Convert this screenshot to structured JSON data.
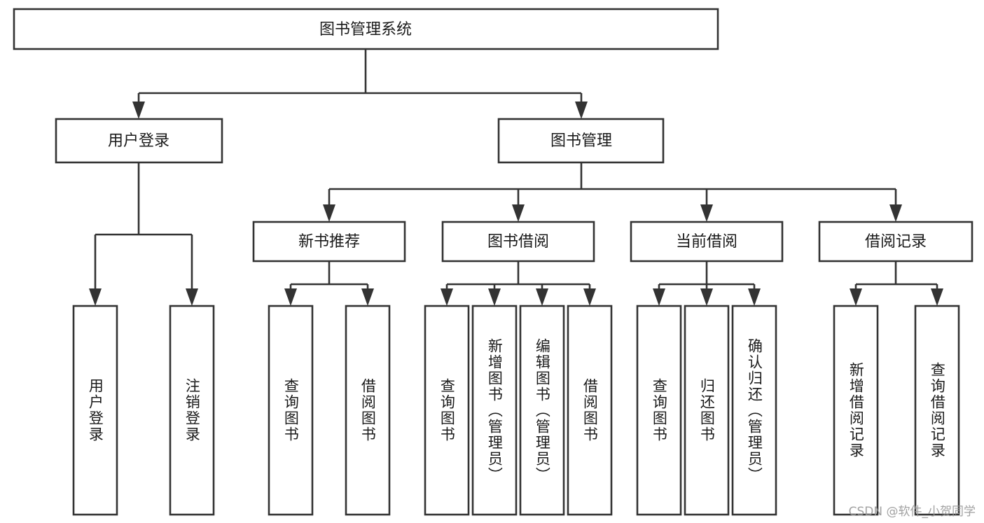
{
  "diagram": {
    "type": "tree",
    "title": "图书管理系统",
    "orientation": "top-down",
    "colors": {
      "box_stroke": "#333333",
      "box_fill": "#ffffff",
      "text": "#1a1a1a",
      "background": "#ffffff",
      "watermark": "#9a9a9a"
    },
    "root": {
      "label": "图书管理系统"
    },
    "level2": [
      {
        "label": "用户登录"
      },
      {
        "label": "图书管理"
      }
    ],
    "level3": [
      {
        "label": "新书推荐"
      },
      {
        "label": "图书借阅"
      },
      {
        "label": "当前借阅"
      },
      {
        "label": "借阅记录"
      }
    ],
    "leaves": {
      "user_login": [
        {
          "label": "用户登录"
        },
        {
          "label": "注销登录"
        }
      ],
      "new_book_recommend": [
        {
          "label": "查询图书"
        },
        {
          "label": "借阅图书"
        }
      ],
      "book_borrow": [
        {
          "label": "查询图书"
        },
        {
          "label": "新增图书（管理员）"
        },
        {
          "label": "编辑图书（管理员）"
        },
        {
          "label": "借阅图书"
        }
      ],
      "current_borrow": [
        {
          "label": "查询图书"
        },
        {
          "label": "归还图书"
        },
        {
          "label": "确认归还（管理员）"
        }
      ],
      "borrow_record": [
        {
          "label": "新增借阅记录"
        },
        {
          "label": "查询借阅记录"
        }
      ]
    },
    "watermark": "CSDN @软件_小贺同学"
  }
}
